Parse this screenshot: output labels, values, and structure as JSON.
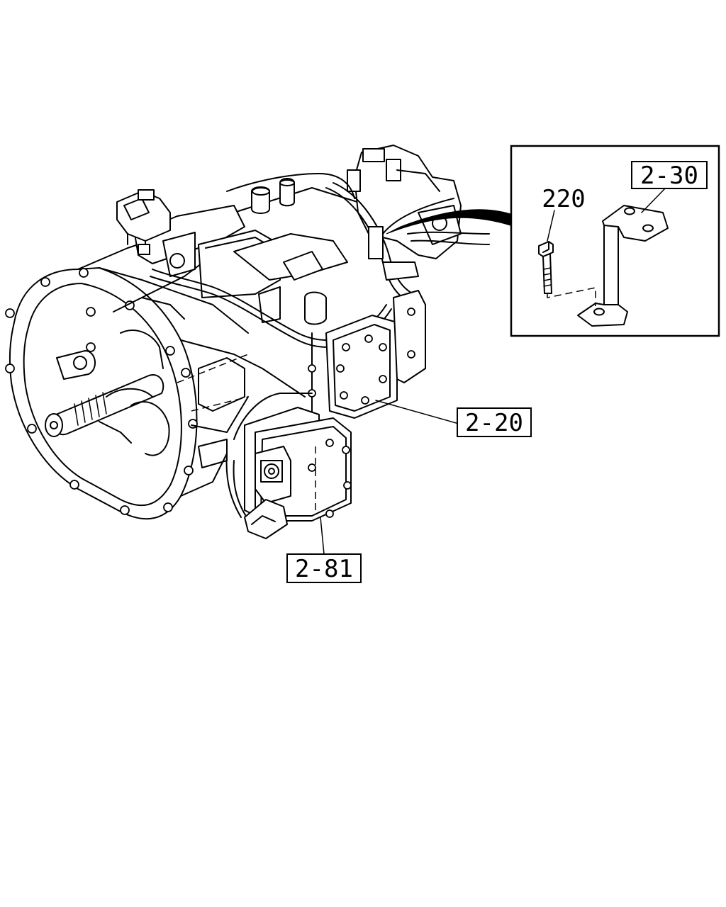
{
  "callouts": {
    "c230": "2-30",
    "c220": "220",
    "c220b": "2-20",
    "c281": "2-81"
  }
}
